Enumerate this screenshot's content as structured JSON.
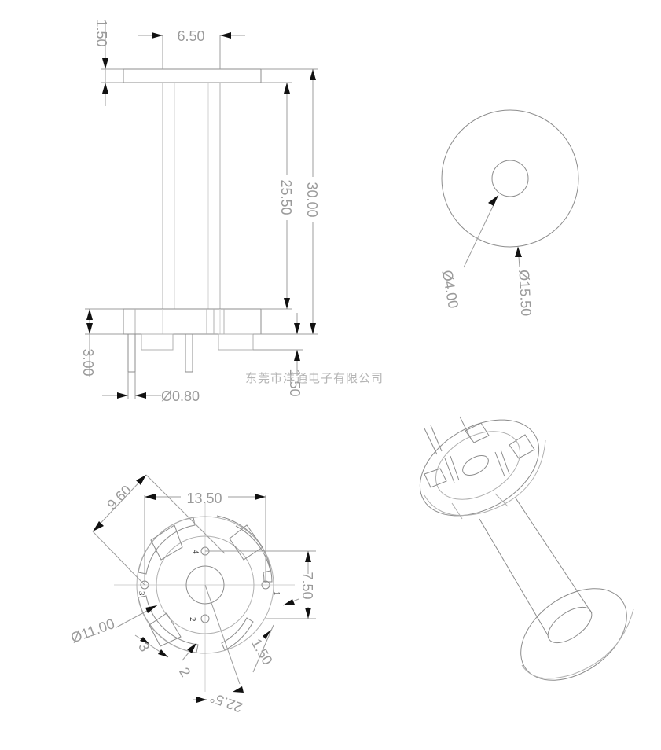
{
  "watermark": "东莞市洋通电子有限公司",
  "side_view": {
    "dims": {
      "flange_thickness": "1.50",
      "tube_diameter": "6.50",
      "winding_length": "25.50",
      "overall_height": "30.00",
      "base_height": "3.00",
      "pin_diameter": "Ø0.80",
      "pin_offset": "1.50"
    }
  },
  "top_view": {
    "dims": {
      "inner_diameter": "Ø4.00",
      "outer_diameter": "Ø15.50"
    }
  },
  "bottom_view": {
    "dims": {
      "width": "13.50",
      "diagonal": "9.60",
      "pin_spacing": "7.50",
      "outer_diameter": "Ø11.00",
      "slot_width": "1.50",
      "tab_a": "3",
      "tab_b": "2",
      "angle": "22.5°"
    },
    "pin_labels": [
      "1",
      "2",
      "3",
      "4"
    ]
  },
  "iso_view": {}
}
